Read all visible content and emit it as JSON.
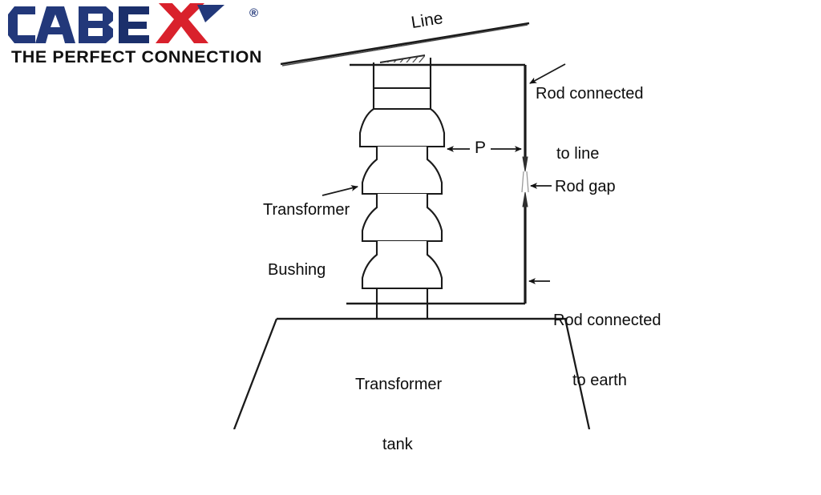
{
  "logo": {
    "wordmark": "CABEX",
    "registered_mark": "®",
    "tagline": "THE PERFECT CONNECTION",
    "colors": {
      "navy": "#22387a",
      "dark_navy": "#1b2f6b",
      "red": "#d9212c",
      "tagline_color": "#111111"
    }
  },
  "diagram": {
    "title": "Rod gap protection on transformer bushing",
    "labels": {
      "line": "Line",
      "rod_connected_to_line_l1": "Rod connected",
      "rod_connected_to_line_l2": "to line",
      "rod_gap": "Rod gap",
      "rod_connected_to_earth_l1": "Rod connected",
      "rod_connected_to_earth_l2": "to earth",
      "transformer_bushing_l1": "Transformer",
      "transformer_bushing_l2": "Bushing",
      "transformer_tank_l1": "Transformer",
      "transformer_tank_l2": "tank",
      "gap_dimension": "P"
    },
    "colors": {
      "stroke": "#1a1a1a",
      "fill": "#ffffff",
      "hatch": "#4a4a4a"
    }
  }
}
